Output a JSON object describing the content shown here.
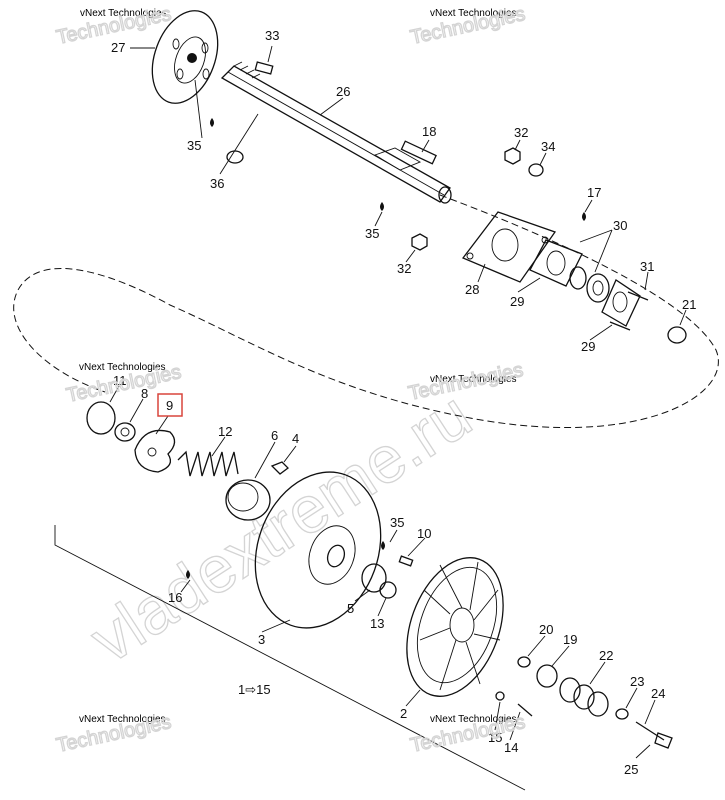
{
  "watermarks": {
    "small": "vNext Technologies",
    "big": "Technologies",
    "diagonal": "vladextreme.ru"
  },
  "highlight_color": "#d9453c",
  "callouts": [
    {
      "id": "c27",
      "text": "27"
    },
    {
      "id": "c33",
      "text": "33"
    },
    {
      "id": "c26",
      "text": "26"
    },
    {
      "id": "c35a",
      "text": "35"
    },
    {
      "id": "c36",
      "text": "36"
    },
    {
      "id": "c18",
      "text": "18"
    },
    {
      "id": "c32a",
      "text": "32"
    },
    {
      "id": "c34",
      "text": "34"
    },
    {
      "id": "c35b",
      "text": "35"
    },
    {
      "id": "c17",
      "text": "17"
    },
    {
      "id": "c30",
      "text": "30"
    },
    {
      "id": "c32b",
      "text": "32"
    },
    {
      "id": "c28",
      "text": "28"
    },
    {
      "id": "c29a",
      "text": "29"
    },
    {
      "id": "c31",
      "text": "31"
    },
    {
      "id": "c21",
      "text": "21"
    },
    {
      "id": "c29b",
      "text": "29"
    },
    {
      "id": "c11",
      "text": "11"
    },
    {
      "id": "c8",
      "text": "8"
    },
    {
      "id": "c9",
      "text": "9"
    },
    {
      "id": "c12",
      "text": "12"
    },
    {
      "id": "c6",
      "text": "6"
    },
    {
      "id": "c4",
      "text": "4"
    },
    {
      "id": "c35c",
      "text": "35"
    },
    {
      "id": "c10",
      "text": "10"
    },
    {
      "id": "c16",
      "text": "16"
    },
    {
      "id": "c5",
      "text": "5"
    },
    {
      "id": "c13",
      "text": "13"
    },
    {
      "id": "c3",
      "text": "3"
    },
    {
      "id": "c20",
      "text": "20"
    },
    {
      "id": "c19",
      "text": "19"
    },
    {
      "id": "c22",
      "text": "22"
    },
    {
      "id": "c1_15",
      "text": "1⇨15"
    },
    {
      "id": "c23",
      "text": "23"
    },
    {
      "id": "c24",
      "text": "24"
    },
    {
      "id": "c2",
      "text": "2"
    },
    {
      "id": "c15",
      "text": "15"
    },
    {
      "id": "c14",
      "text": "14"
    },
    {
      "id": "c25",
      "text": "25"
    }
  ]
}
